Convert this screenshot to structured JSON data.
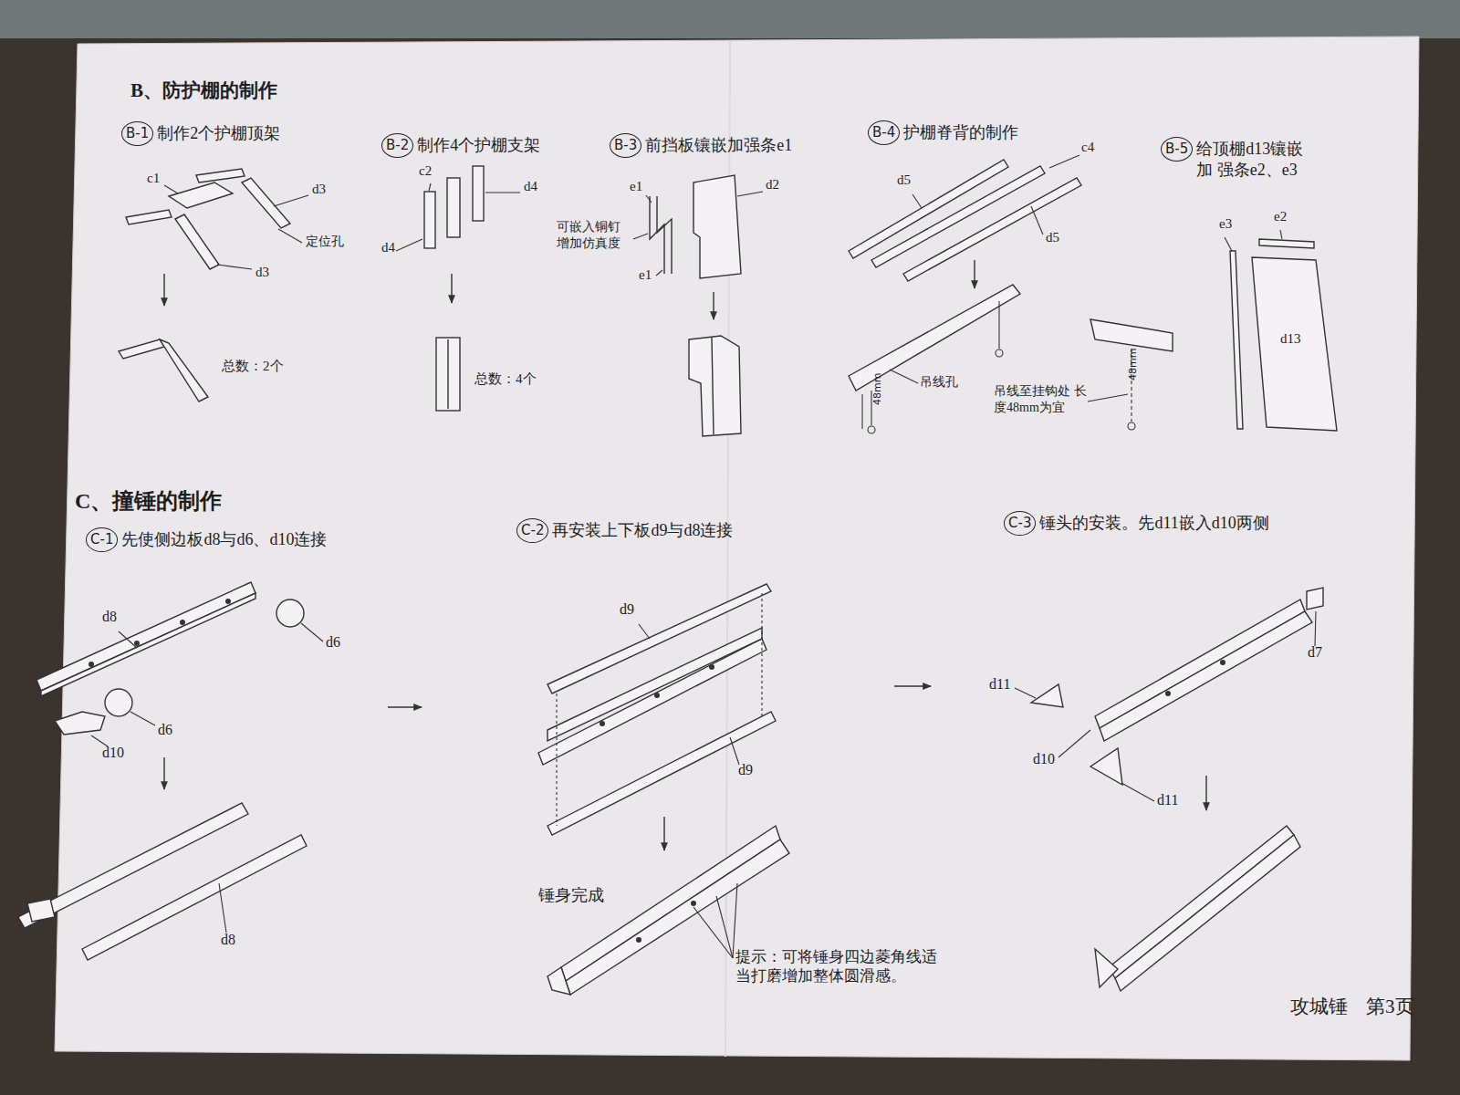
{
  "diagram": {
    "nodes": [
      {
        "text": [
          "B-1",
          "制作2个护棚顶架"
        ]
      },
      {
        "text": [
          "B-2",
          "制作4个护棚支架"
        ]
      },
      {
        "text": [
          "B-3",
          "前挡板镶嵌加强条e1"
        ]
      },
      {
        "text": [
          "B-4",
          "护棚脊背的制作"
        ]
      },
      {
        "text": [
          "B-5",
          "给顶棚d13镶嵌加 强条e2、e3"
        ]
      },
      {
        "text": [
          "C-1",
          "先使侧边板d8与d6、d10连接"
        ]
      },
      {
        "text": [
          "C-2",
          "再安装上下板d9与d8连接"
        ]
      },
      {
        "text": [
          "C-3",
          "锤头的安装。先d11嵌入d10两侧"
        ]
      }
    ],
    "labels": [
      "B、防护棚的制作",
      "c1",
      "d3",
      "d3",
      "定位孔",
      "总数：2个",
      "c2",
      "d4",
      "d4",
      "总数：4个",
      "e1",
      "d2",
      "可嵌入铜钉 增加仿真度",
      "e1",
      "d5",
      "c4",
      "d5",
      "吊线孔",
      "48mm",
      "吊线至挂钩处 长度48mm为宜",
      "48mm",
      "e3",
      "e2",
      "d13",
      "C、撞锤的制作",
      "d8",
      "d6",
      "d6",
      "d10",
      "d8",
      "d9",
      "d9",
      "锤身完成",
      "提示：可将锤身四边菱角线适 当打磨增加整体圆滑感。",
      "d11",
      "d10",
      "d11",
      "d7",
      "攻城锤",
      "第3页"
    ]
  }
}
